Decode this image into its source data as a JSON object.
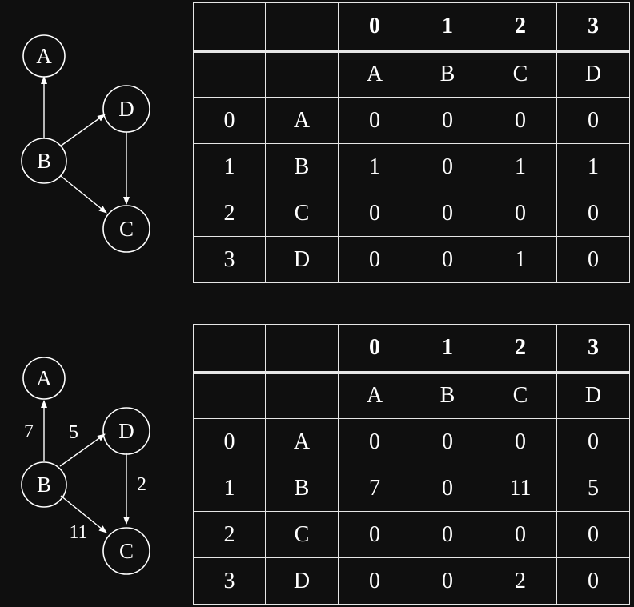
{
  "graph1": {
    "nodes": [
      {
        "id": "A",
        "label": "A"
      },
      {
        "id": "B",
        "label": "B"
      },
      {
        "id": "C",
        "label": "C"
      },
      {
        "id": "D",
        "label": "D"
      }
    ],
    "edges": [
      {
        "from": "B",
        "to": "A"
      },
      {
        "from": "B",
        "to": "D"
      },
      {
        "from": "B",
        "to": "C"
      },
      {
        "from": "D",
        "to": "C"
      }
    ]
  },
  "graph2": {
    "nodes": [
      {
        "id": "A",
        "label": "A"
      },
      {
        "id": "B",
        "label": "B"
      },
      {
        "id": "C",
        "label": "C"
      },
      {
        "id": "D",
        "label": "D"
      }
    ],
    "edges": [
      {
        "from": "B",
        "to": "A",
        "weight": "7"
      },
      {
        "from": "B",
        "to": "D",
        "weight": "5"
      },
      {
        "from": "B",
        "to": "C",
        "weight": "11"
      },
      {
        "from": "D",
        "to": "C",
        "weight": "2"
      }
    ]
  },
  "table1": {
    "index_header": [
      "0",
      "1",
      "2",
      "3"
    ],
    "label_header": [
      "A",
      "B",
      "C",
      "D"
    ],
    "rows": [
      {
        "index": "0",
        "label": "A",
        "values": [
          "0",
          "0",
          "0",
          "0"
        ]
      },
      {
        "index": "1",
        "label": "B",
        "values": [
          "1",
          "0",
          "1",
          "1"
        ]
      },
      {
        "index": "2",
        "label": "C",
        "values": [
          "0",
          "0",
          "0",
          "0"
        ]
      },
      {
        "index": "3",
        "label": "D",
        "values": [
          "0",
          "0",
          "1",
          "0"
        ]
      }
    ]
  },
  "table2": {
    "index_header": [
      "0",
      "1",
      "2",
      "3"
    ],
    "label_header": [
      "A",
      "B",
      "C",
      "D"
    ],
    "rows": [
      {
        "index": "0",
        "label": "A",
        "values": [
          "0",
          "0",
          "0",
          "0"
        ]
      },
      {
        "index": "1",
        "label": "B",
        "values": [
          "7",
          "0",
          "11",
          "5"
        ]
      },
      {
        "index": "2",
        "label": "C",
        "values": [
          "0",
          "0",
          "0",
          "0"
        ]
      },
      {
        "index": "3",
        "label": "D",
        "values": [
          "0",
          "0",
          "2",
          "0"
        ]
      }
    ]
  }
}
